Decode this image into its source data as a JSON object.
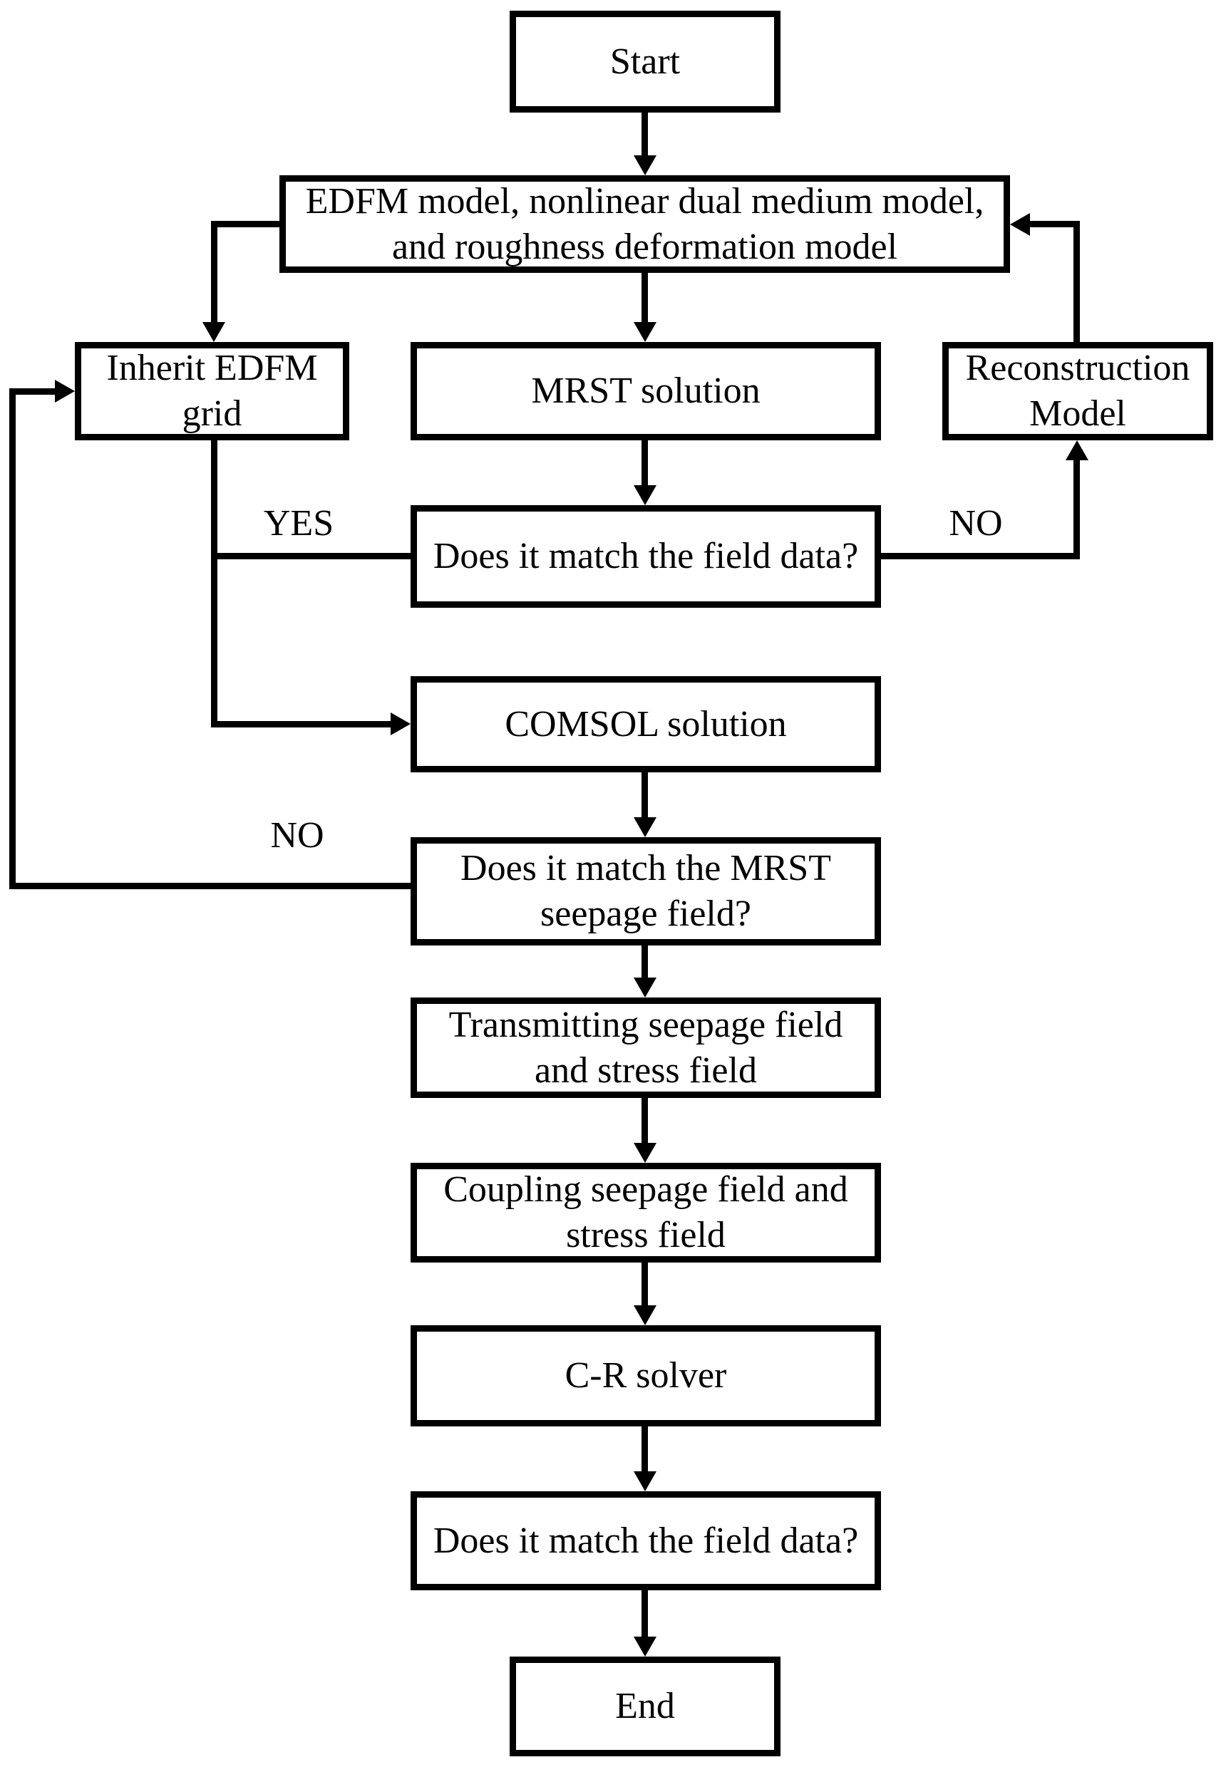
{
  "nodes": {
    "start": {
      "label": "Start"
    },
    "models": {
      "label": "EDFM model, nonlinear dual medium model,\nand roughness deformation model"
    },
    "inherit": {
      "label": "Inherit EDFM\ngrid"
    },
    "mrst": {
      "label": "MRST solution"
    },
    "reconstruction": {
      "label": "Reconstruction\nModel"
    },
    "match_field_1": {
      "label": "Does it match the field data?"
    },
    "comsol": {
      "label": "COMSOL solution"
    },
    "match_mrst": {
      "label": "Does it match the MRST\nseepage field?"
    },
    "transmitting": {
      "label": "Transmitting seepage field\nand stress field"
    },
    "coupling": {
      "label": "Coupling seepage field and\nstress field"
    },
    "cr_solver": {
      "label": "C-R solver"
    },
    "match_field_2": {
      "label": "Does it match the field data?"
    },
    "end": {
      "label": "End"
    }
  },
  "edge_labels": {
    "yes_match_1": "YES",
    "no_match_1": "NO",
    "no_match_mrst": "NO"
  },
  "colors": {
    "ink": "#000000",
    "background": "#ffffff"
  }
}
